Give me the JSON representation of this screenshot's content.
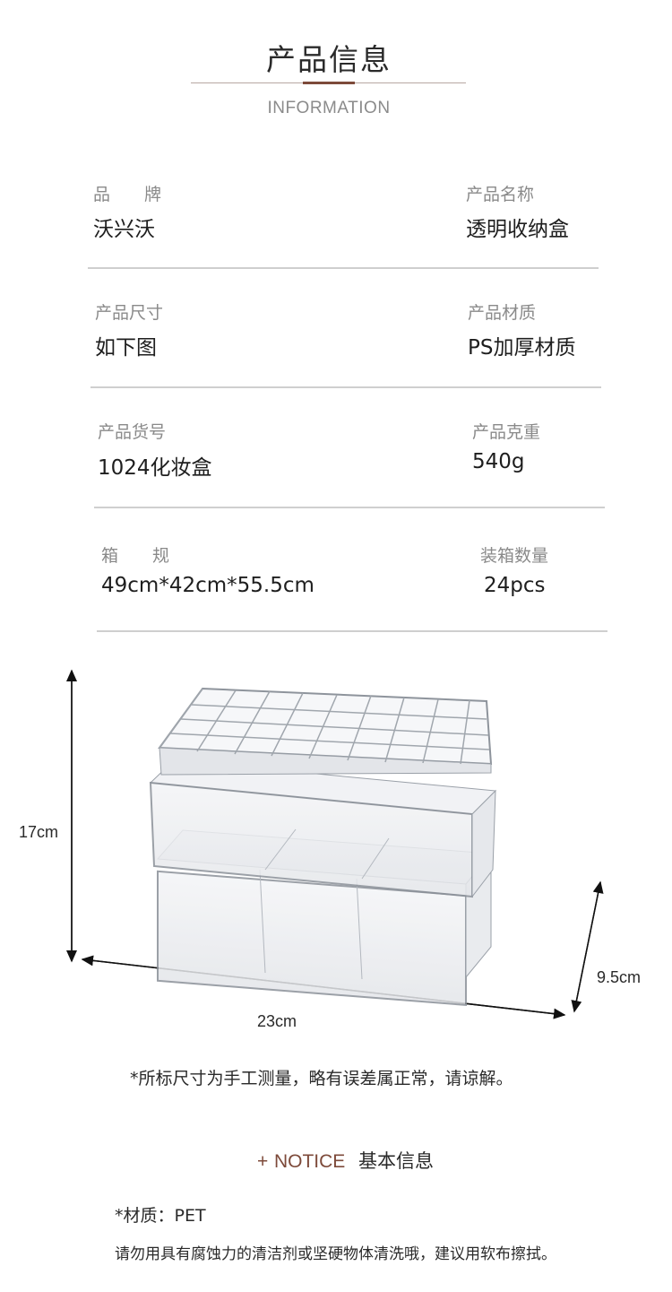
{
  "colors": {
    "accent": "#7d4a3a",
    "divider": "#cfcfcf",
    "title_line": "#b7a8a2"
  },
  "header": {
    "title": "产品信息",
    "subtitle": "INFORMATION"
  },
  "specs": [
    {
      "left_label": "品　　牌",
      "left_value": "沃兴沃",
      "right_label": "产品名称",
      "right_value": "透明收纳盒"
    },
    {
      "left_label": "产品尺寸",
      "left_value": "如下图",
      "right_label": "产品材质",
      "right_value": "PS加厚材质"
    },
    {
      "left_label": "产品货号",
      "left_value": "1024化妆盒",
      "right_label": "产品克重",
      "right_value": "540g"
    },
    {
      "left_label": "箱　　规",
      "left_value": "49cm*42cm*55.5cm",
      "right_label": "装箱数量",
      "right_value": "24pcs"
    }
  ],
  "dimensions": {
    "height": "17cm",
    "width": "23cm",
    "depth": "9.5cm"
  },
  "measure_note": "*所标尺寸为手工测量，略有误差属正常，请谅解。",
  "notice": {
    "plus": "+",
    "title_en": "NOTICE",
    "title_cn": "基本信息"
  },
  "material": "*材质：PET",
  "warning": "请勿用具有腐蚀力的清洁剂或坚硬物体清洗哦，建议用软布擦拭。"
}
